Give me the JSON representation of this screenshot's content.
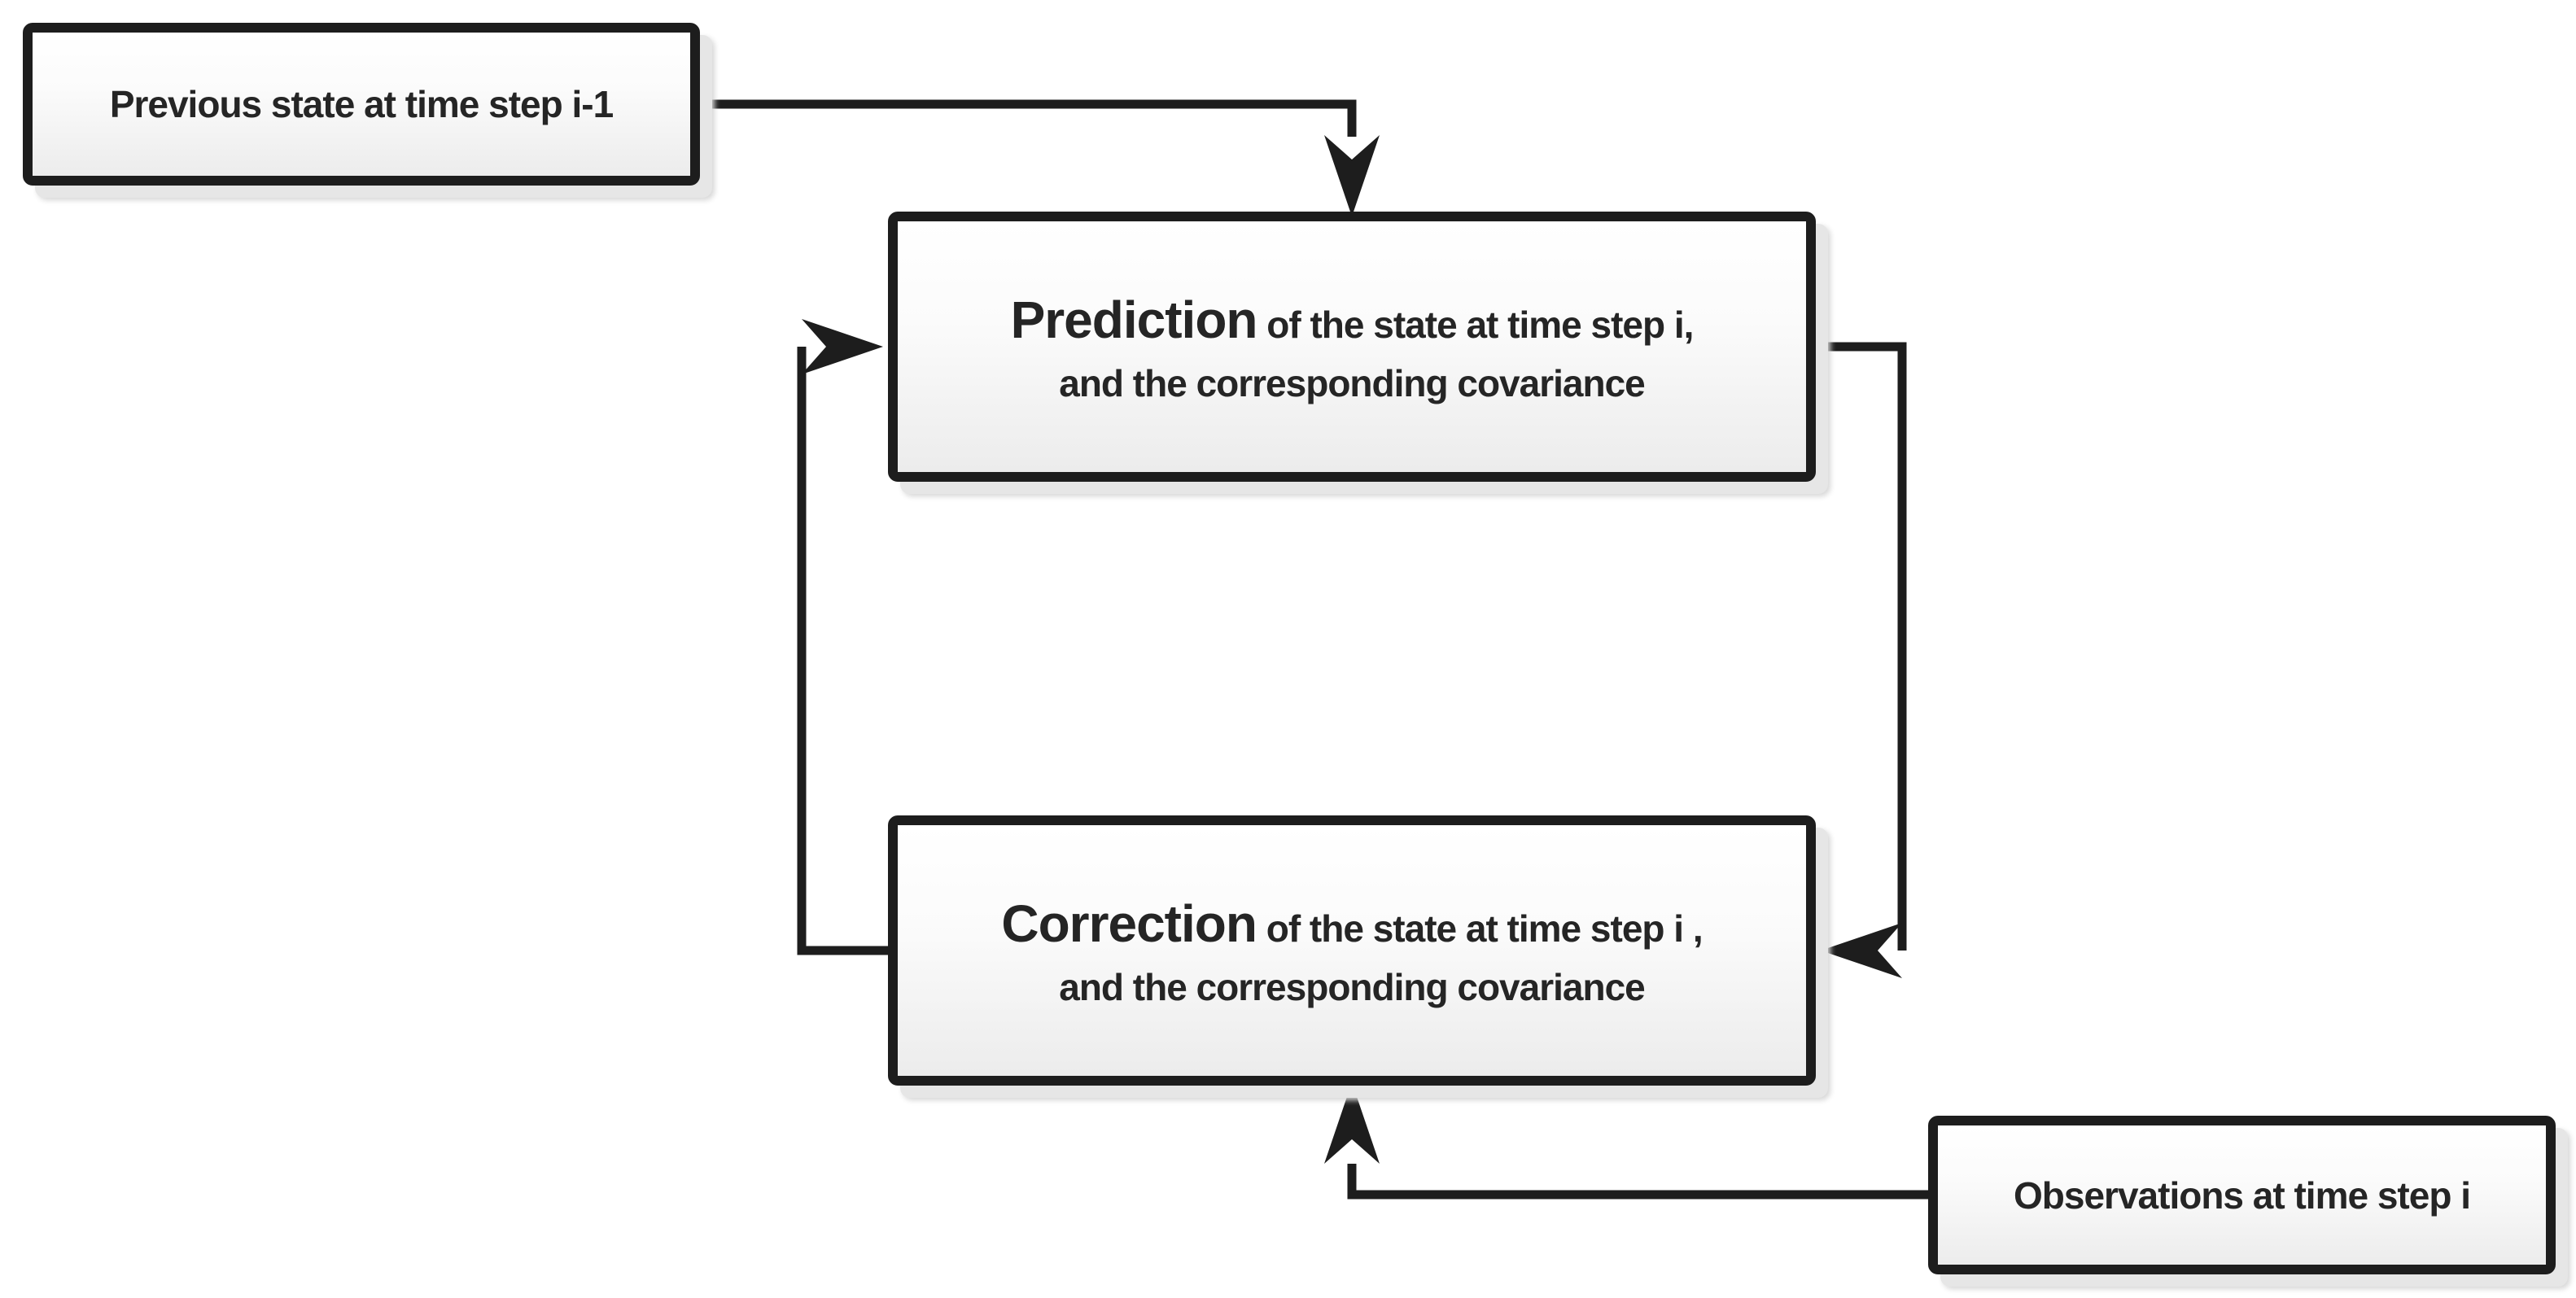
{
  "diagram": {
    "background_color": "#ffffff",
    "line_color": "#1d1d1d",
    "border_color": "#1d1d1d",
    "text_color": "#252525",
    "box_fill_top": "#ffffff",
    "box_fill_bottom": "#ececec",
    "shadow_color": "#d6d6d6"
  },
  "nodes": {
    "previous_state": {
      "label": "Previous state at time step i-1"
    },
    "prediction": {
      "title": "Prediction",
      "subtitle_inline": " of the state at time step i,",
      "line2": "and the corresponding covariance"
    },
    "correction": {
      "title": "Correction",
      "subtitle_inline": " of the state at time step i ,",
      "line2": "and the corresponding covariance"
    },
    "observations": {
      "label": "Observations at time step i"
    }
  },
  "edges": [
    {
      "from": "previous_state",
      "to": "prediction",
      "enters": "top"
    },
    {
      "from": "prediction",
      "to": "correction",
      "enters": "right"
    },
    {
      "from": "correction",
      "to": "prediction",
      "enters": "left"
    },
    {
      "from": "observations",
      "to": "correction",
      "enters": "bottom"
    }
  ]
}
